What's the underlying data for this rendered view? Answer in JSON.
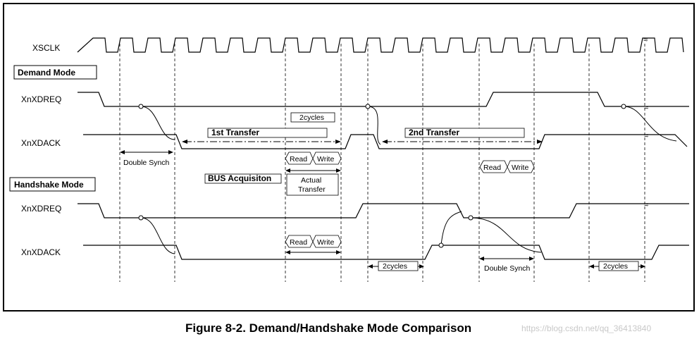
{
  "signals": {
    "xsclk": "XSCLK",
    "dm_xdreq": "XnXDREQ",
    "dm_xdack": "XnXDACK",
    "hm_xdreq": "XnXDREQ",
    "hm_xdack": "XnXDACK"
  },
  "modes": {
    "demand": "Demand Mode",
    "handshake": "Handshake Mode"
  },
  "annotations": {
    "two_cycles_top": "2cycles",
    "first_transfer": "1st Transfer",
    "second_transfer": "2nd Transfer",
    "double_synch_1": "Double Synch",
    "read_1": "Read",
    "write_1": "Write",
    "read_2": "Read",
    "write_2": "Write",
    "bus_acq": "BUS Acquisiton",
    "actual_transfer_1": "Actual",
    "actual_transfer_2": "Transfer",
    "read_3": "Read",
    "write_3": "Write",
    "two_cycles_a": "2cycles",
    "double_synch_2": "Double Synch",
    "two_cycles_b": "2cycles"
  },
  "caption": {
    "title": "Figure 8-2. Demand/Handshake Mode Comparison",
    "watermark": "https://blog.csdn.net/qq_36413840"
  }
}
